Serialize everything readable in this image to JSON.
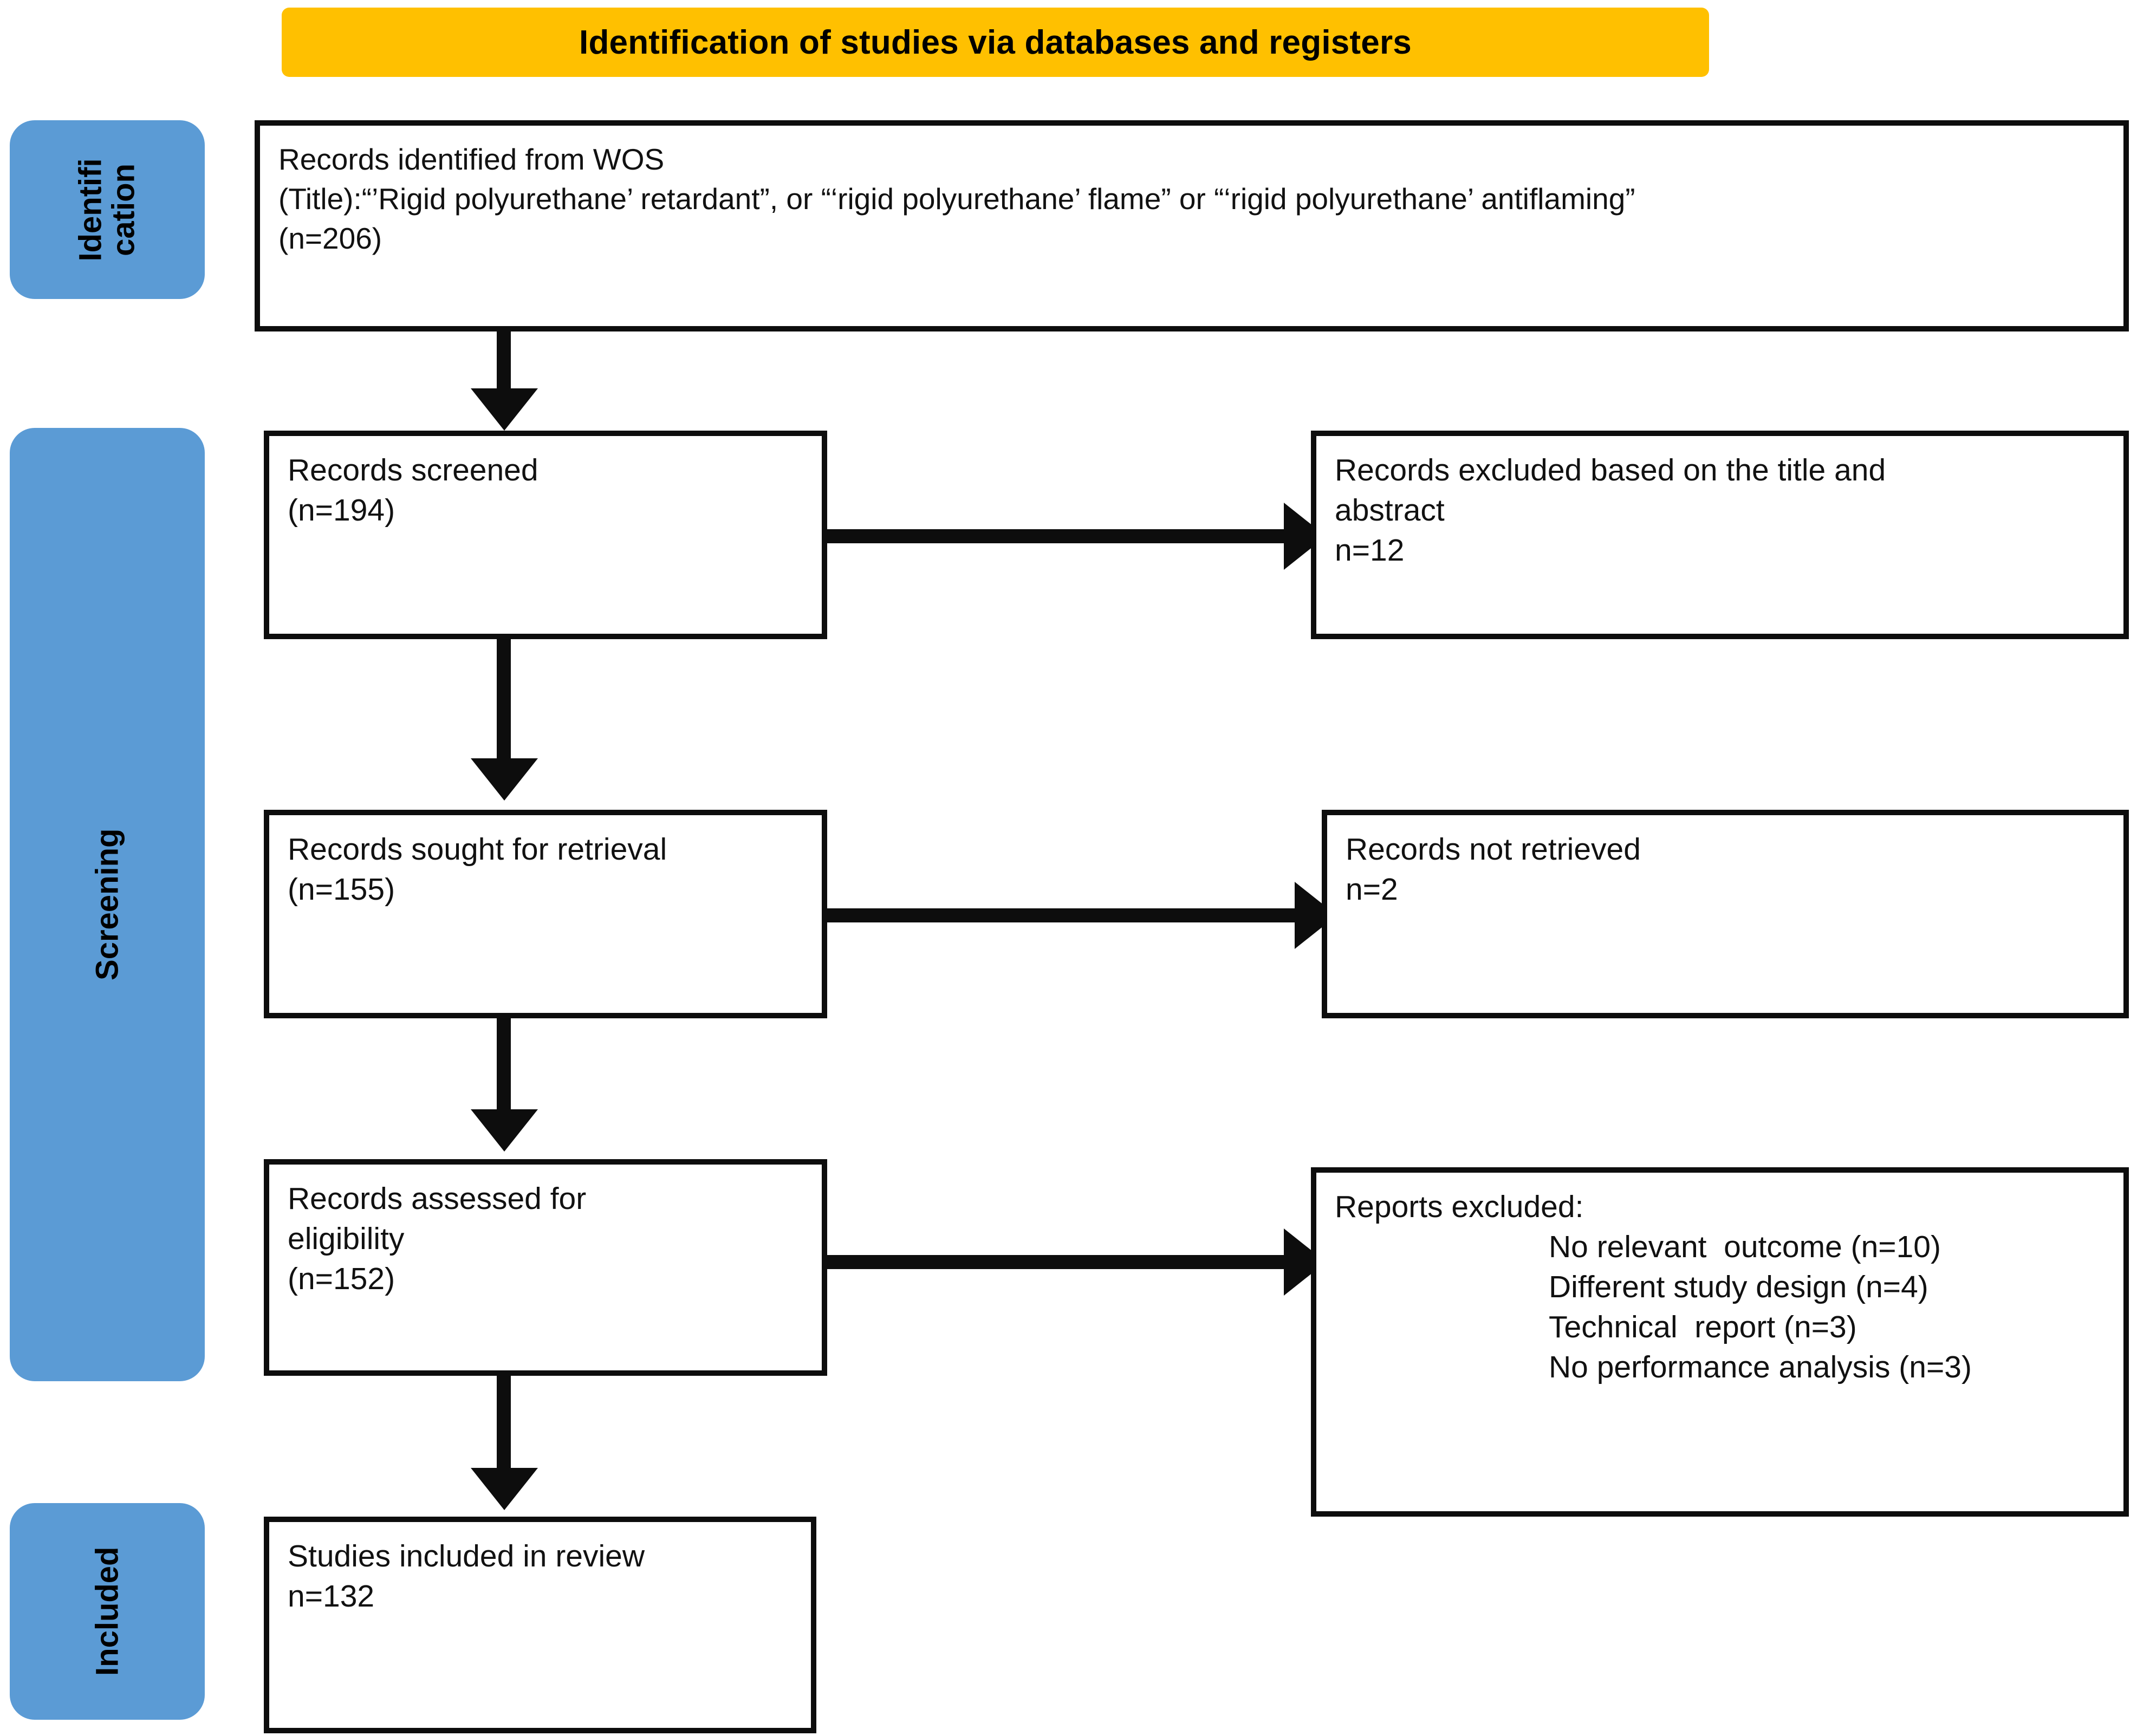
{
  "banner": {
    "title": "Identification of studies via databases and registers",
    "background_color": "#FFC000"
  },
  "stages": {
    "accent_color": "#5B9BD5",
    "identification_label": "Identifi\ncation",
    "screening_label": "Screening",
    "included_label": "Included"
  },
  "boxes": {
    "identified": {
      "text": "Records identified from WOS\n(Title):“’Rigid polyurethane’ retardant”, or “‘rigid polyurethane’ flame” or “‘rigid polyurethane’ antiflaming”\n(n=206)"
    },
    "screened": {
      "text": "Records screened\n(n=194)"
    },
    "excluded_title_abstract": {
      "text": "Records excluded based on the title and\nabstract\nn=12"
    },
    "sought": {
      "text": "Records sought for retrieval\n(n=155)"
    },
    "not_retrieved": {
      "text": "Records not retrieved\nn=2"
    },
    "assessed": {
      "text": "Records assessed for\neligibility\n(n=152)"
    },
    "reports_excluded": {
      "heading": "Reports excluded:",
      "items": [
        "No relevant  outcome (n=10)",
        "Different study design (n=4)",
        "Technical  report (n=3)",
        "No performance analysis (n=3)"
      ]
    },
    "included": {
      "text": "Studies included in review\nn=132"
    }
  },
  "flow_data": {
    "type": "prisma-flow",
    "identified_n": 206,
    "screened_n": 194,
    "excluded_title_abstract_n": 12,
    "sought_n": 155,
    "not_retrieved_n": 2,
    "assessed_n": 152,
    "reports_excluded_breakdown": {
      "no_relevant_outcome": 10,
      "different_study_design": 4,
      "technical_report": 3,
      "no_performance_analysis": 3
    },
    "included_n": 132
  }
}
